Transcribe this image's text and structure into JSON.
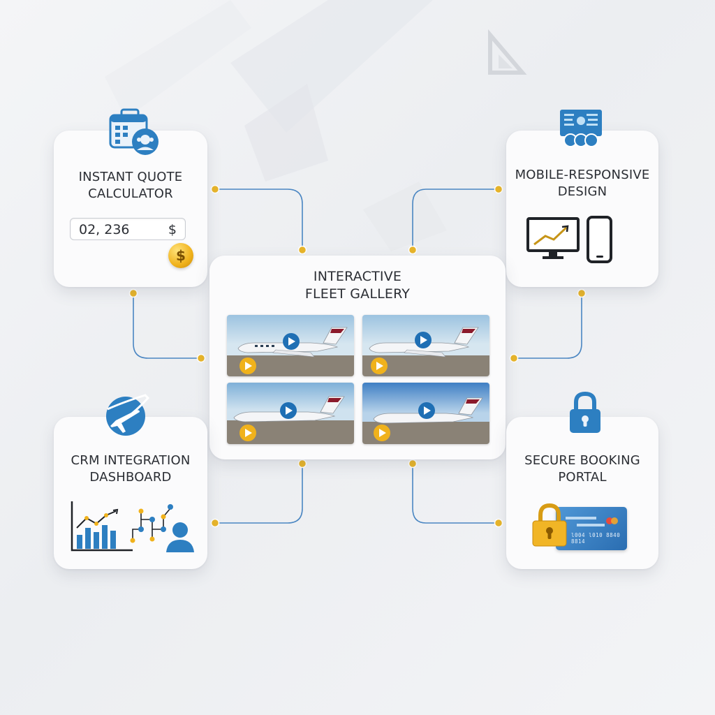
{
  "cards": {
    "quote": {
      "title_line1": "INSTANT QUOTE",
      "title_line2": "CALCULATOR",
      "input_value": "02, 236",
      "currency": "$",
      "coin_symbol": "$"
    },
    "mobile": {
      "title_line1": "MOBILE-RESPONSIVE",
      "title_line2": "DESIGN"
    },
    "gallery": {
      "title_line1": "INTERACTIVE",
      "title_line2": "FLEET GALLERY"
    },
    "crm": {
      "title_line1": "CRM INTEGRATION",
      "title_line2": "DASHBOARD"
    },
    "secure": {
      "title_line1": "SECURE BOOKING",
      "title_line2": "PORTAL",
      "card_number": "l004 l010 8840 8814"
    }
  },
  "icons": [
    "calendar-icon",
    "support-agent-icon",
    "video-conference-icon",
    "monitor-chart-icon",
    "smartphone-icon",
    "play-icon",
    "airplane-globe-icon",
    "bar-chart-icon",
    "network-nodes-icon",
    "user-icon",
    "padlock-icon",
    "credit-card-icon",
    "gold-coin-icon"
  ],
  "colors": {
    "accent_blue": "#2d7fc1",
    "gold": "#f0b21c",
    "wire": "#4a86c2",
    "card_bg": "#fbfbfc"
  }
}
